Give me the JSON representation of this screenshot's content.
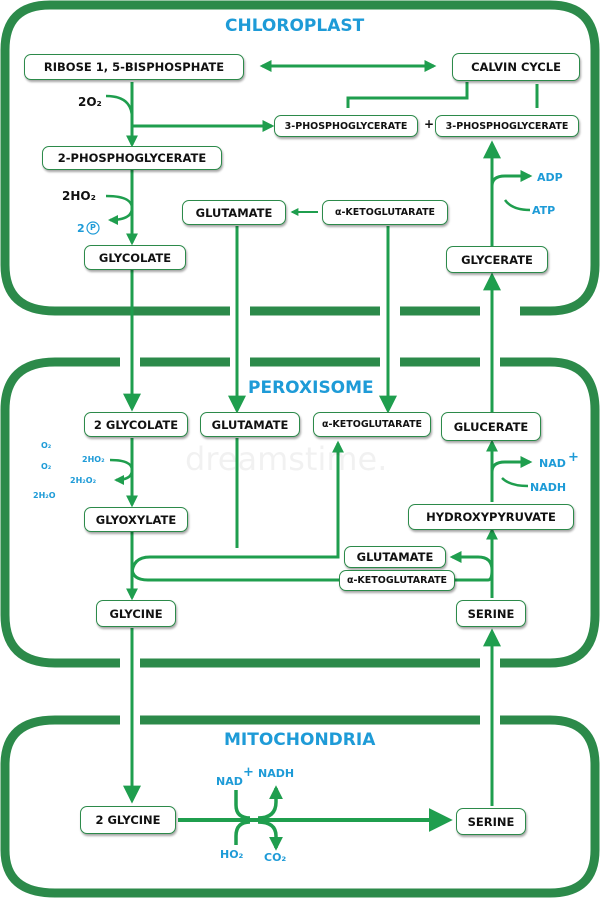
{
  "compartments": {
    "chloroplast": "CHLOROPLAST",
    "peroxisome": "PEROXISOME",
    "mitochondria": "MITOCHONDRIA"
  },
  "chloroplast": {
    "ribose": "RIBOSE 1, 5-BISPHOSPHATE",
    "calvin": "CALVIN CYCLE",
    "o2": "2O₂",
    "pga_left": "3-PHOSPHOGLYCERATE",
    "plus": "+",
    "pga_right": "3-PHOSPHOGLYCERATE",
    "pg2": "2-PHOSPHOGLYCERATE",
    "h2o": "2HO₂",
    "pi": "2",
    "pi_symbol": "P",
    "glycolate": "GLYCOLATE",
    "glutamate": "GLUTAMATE",
    "akg": "α-KETOGLUTARATE",
    "adp": "ADP",
    "atp": "ATP",
    "glycerate": "GLYCERATE"
  },
  "peroxisome": {
    "glycolate": "2 GLYCOLATE",
    "glutamate": "GLUTAMATE",
    "akg": "α-KETOGLUTARATE",
    "glucerate": "GLUCERATE",
    "o2_top": "O₂",
    "o2_mid": "O₂",
    "h2o": "2H₂O",
    "ho2": "2HO₂",
    "h2o2": "2H₂O₂",
    "nad": "NAD",
    "nad_plus": "+",
    "nadh": "NADH",
    "glyoxylate": "GLYOXYLATE",
    "hydroxypyruvate": "HYDROXYPYRUVATE",
    "glutamate_inner": "GLUTAMATE",
    "akg_inner": "α-KETOGLUTARATE",
    "glycine": "GLYCINE",
    "serine": "SERINE"
  },
  "mitochondria": {
    "glycine": "2 GLYCINE",
    "serine": "SERINE",
    "nad": "NAD",
    "nad_plus": "+",
    "nadh": "NADH",
    "ho2": "HO₂",
    "co2": "CO₂"
  },
  "watermark": "dreamstime.",
  "colors": {
    "green": "#2c8a4a",
    "arrow": "#1f9e4e",
    "label_blue": "#1e9bd7"
  }
}
